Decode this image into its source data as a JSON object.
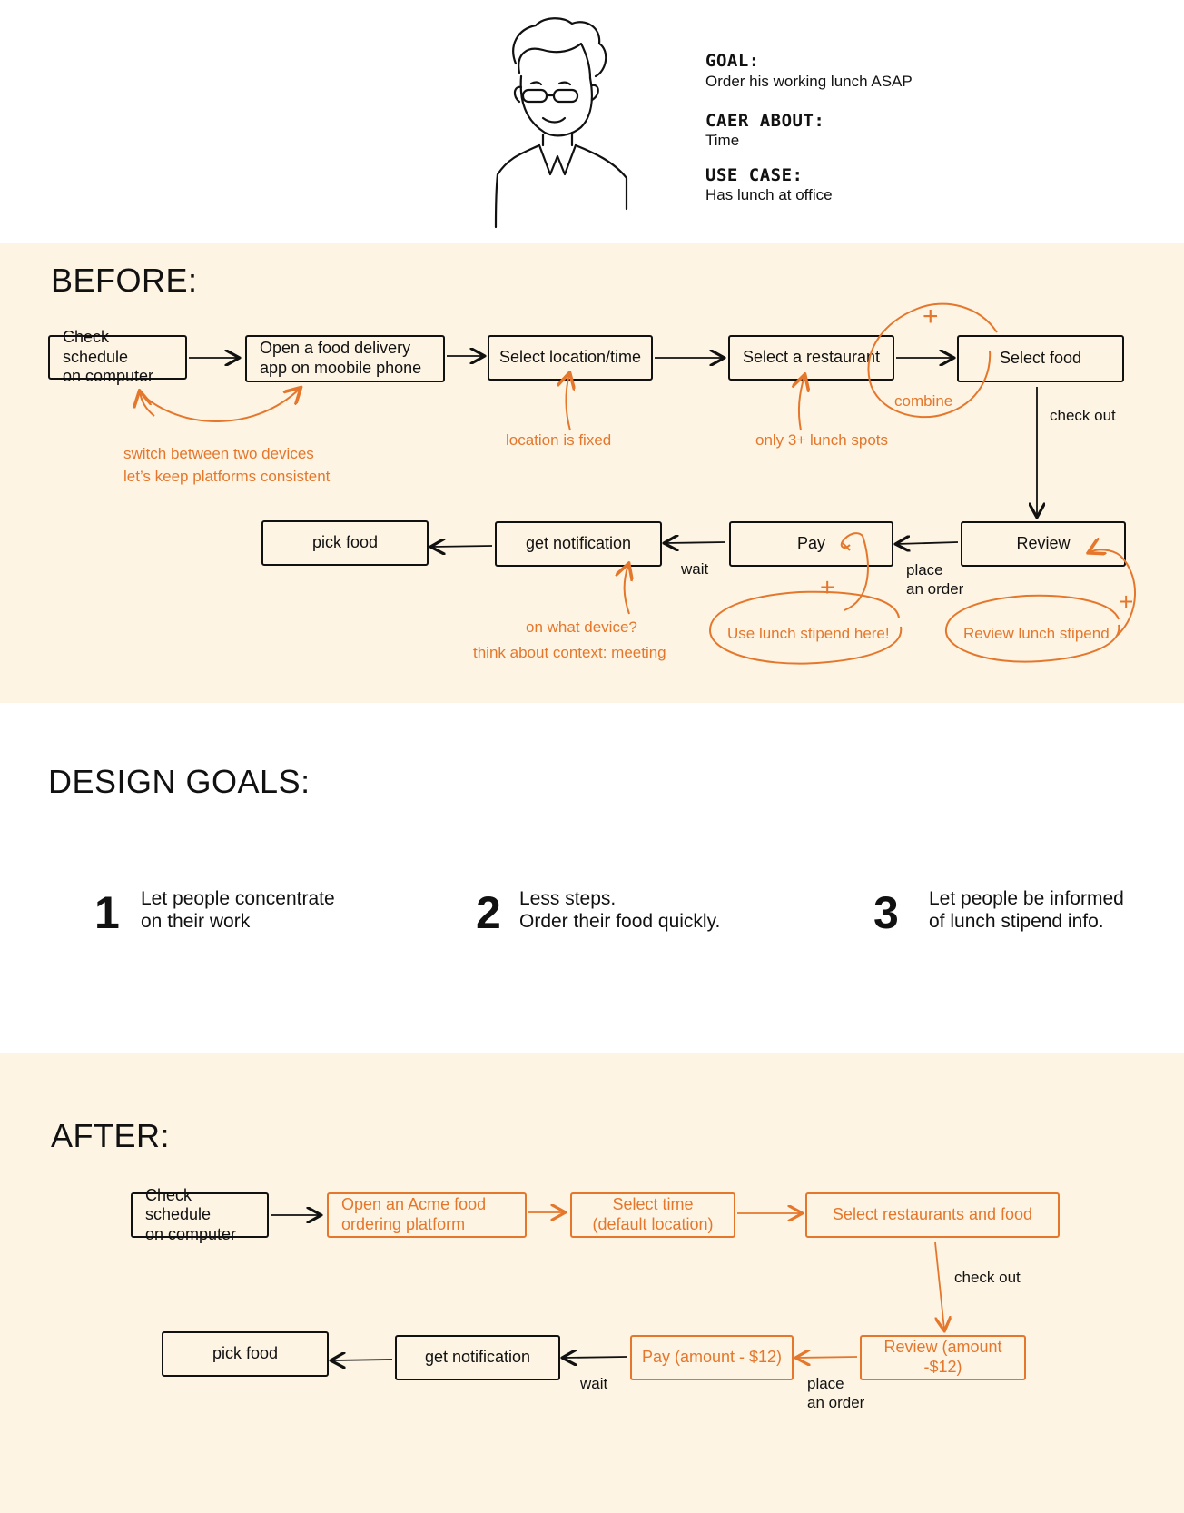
{
  "persona": {
    "goal_heading": "GOAL:",
    "goal_text": "Order his working lunch ASAP",
    "care_heading": "CAER ABOUT:",
    "care_text": "Time",
    "usecase_heading": "USE CASE:",
    "usecase_text": "Has lunch at office"
  },
  "before": {
    "title": "BEFORE:",
    "steps": {
      "check_schedule": "Check schedule\non computer",
      "open_app": "Open a food delivery\napp on moobile phone",
      "select_location": "Select location/time",
      "select_restaurant": "Select a restaurant",
      "select_food": "Select food",
      "review": "Review",
      "pay": "Pay",
      "get_notification": "get notification",
      "pick_food": "pick food"
    },
    "labels": {
      "check_out": "check out",
      "place_order": "place\nan order",
      "wait": "wait"
    },
    "annotations": {
      "switch_devices": "switch between two devices",
      "keep_consistent": "let’s keep platforms consistent",
      "location_fixed": "location is fixed",
      "lunch_spots": "only 3+ lunch spots",
      "combine": "combine",
      "plus": "+",
      "what_device": "on what device?",
      "context": "think about context: meeting",
      "use_stipend": "Use lunch stipend here!",
      "review_stipend": "Review lunch stipend"
    }
  },
  "design_goals": {
    "title": "DESIGN GOALS:",
    "items": [
      {
        "num": "1",
        "text": "Let people concentrate\non their work"
      },
      {
        "num": "2",
        "text": "Less steps.\nOrder their food quickly."
      },
      {
        "num": "3",
        "text": "Let people be informed\nof lunch stipend info."
      }
    ]
  },
  "after": {
    "title": "AFTER:",
    "steps": {
      "check_schedule": "Check schedule\non computer",
      "open_acme": "Open an Acme food\nordering platform",
      "select_time": "Select time\n(default location)",
      "select_rest_food": "Select restaurants and food",
      "review": "Review (amount -$12)",
      "pay": "Pay (amount - $12)",
      "get_notification": "get notification",
      "pick_food": "pick food"
    },
    "labels": {
      "check_out": "check out",
      "place_order": "place\nan order",
      "wait": "wait"
    }
  },
  "colors": {
    "accent": "#e5772c",
    "band": "#fdf4e3",
    "ink": "#111111"
  }
}
